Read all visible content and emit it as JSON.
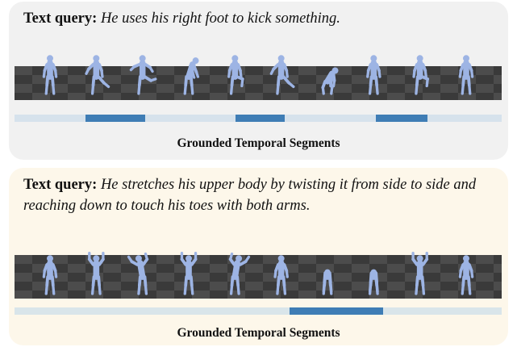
{
  "panels": [
    {
      "query_label": "Text query",
      "query_text": "He uses his right foot to kick something.",
      "caption": "Grounded Temporal Segments",
      "pose_count": 10,
      "timeline_segments": [
        [
          0.146,
          0.268
        ],
        [
          0.454,
          0.554
        ],
        [
          0.741,
          0.847
        ]
      ]
    },
    {
      "query_label": "Text query",
      "query_text": "He stretches his upper body by twisting it from side to side and reaching down to touch his toes with both arms.",
      "caption": "Grounded Temporal Segments",
      "pose_count": 10,
      "timeline_segments": [
        [
          0.565,
          0.757
        ]
      ]
    }
  ],
  "colors": {
    "panel_1_bg": "#f1f1f1",
    "panel_2_bg": "#fdf7ea",
    "track": "#d6e2ec",
    "segment": "#3f7db5",
    "figure": "#9db4e4",
    "floor_dark": "#3a3a3a",
    "floor_light": "#4c4c4c"
  }
}
